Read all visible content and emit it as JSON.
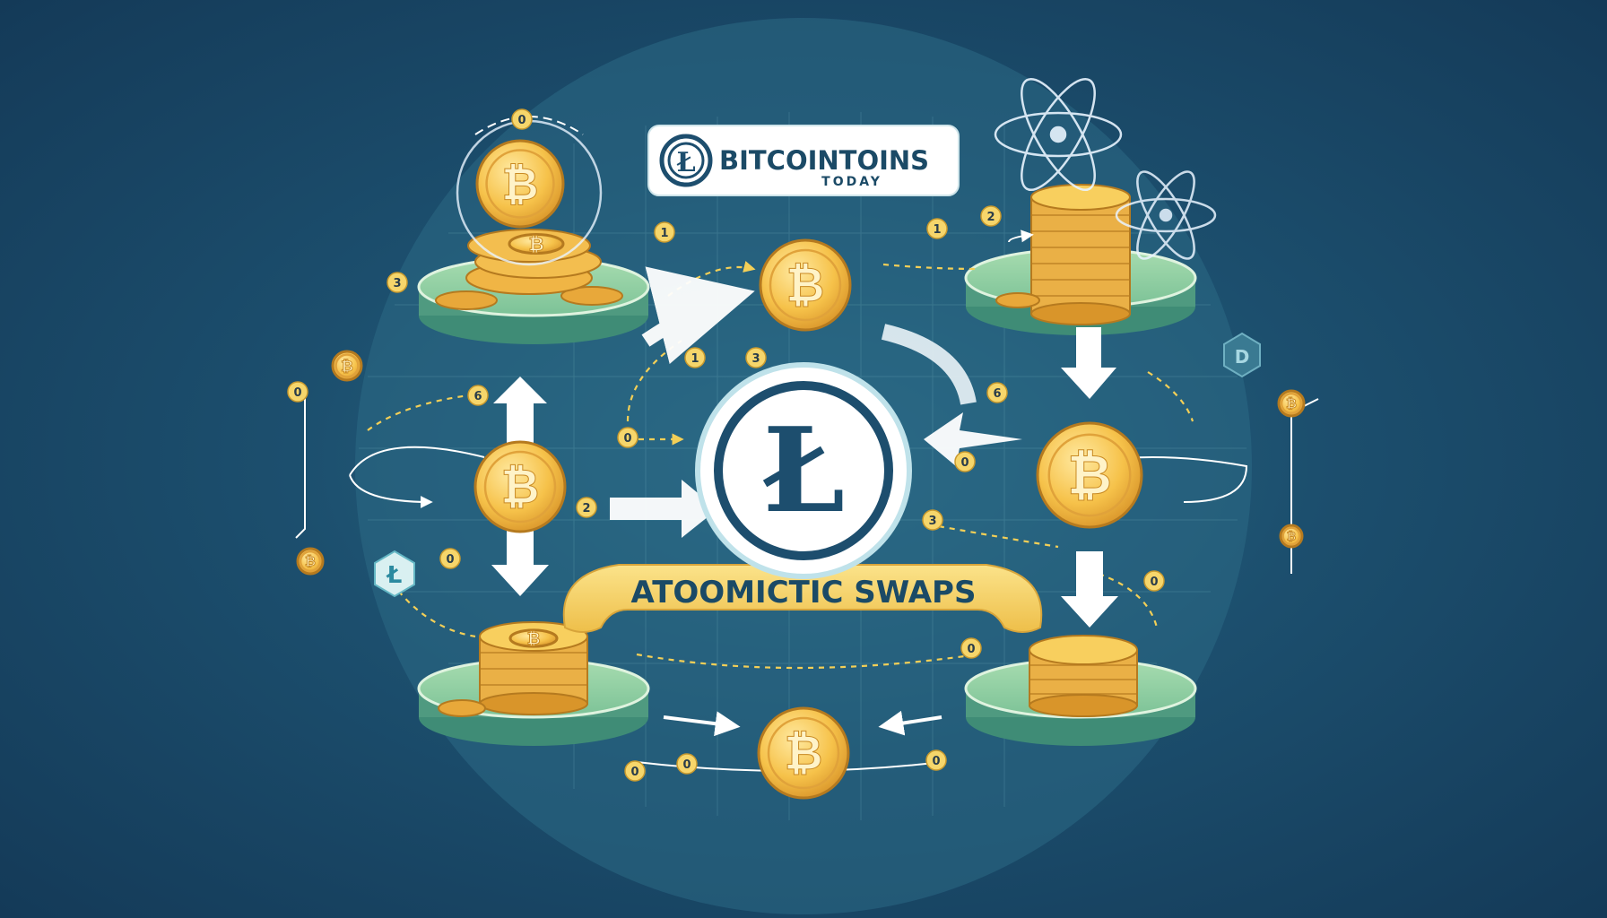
{
  "brand": {
    "name": "BITCOINTOINS",
    "subtitle": "TODAY",
    "logo_letter": "Ł"
  },
  "center": {
    "symbol": "Ł",
    "banner": "ATOOMICTIC SWAPS"
  },
  "coin_symbol": "₿",
  "badges": {
    "b1": "3",
    "b2": "1",
    "b3": "1",
    "b4": "2",
    "b5": "1",
    "b6": "3",
    "b7": "6",
    "b8": "0",
    "b9": "2",
    "b10": "6",
    "b11": "0",
    "b12": "3",
    "b13": "0",
    "b14": "0",
    "b15": "0",
    "b16": "0",
    "b17": "0",
    "b18": "0",
    "b19": "0",
    "b20": "0"
  },
  "side": {
    "left_hex": "Ł",
    "right_hex": "D",
    "left_top_coin": "₿",
    "left_bottom_coin": "₿",
    "right_top_coin": "₿",
    "right_bottom_coin": "₿"
  },
  "colors": {
    "bg_dark": "#143a58",
    "bg_mid": "#2a6a86",
    "platform": "#8fcf9f",
    "platform_dark": "#4f9a80",
    "coin": "#f6c24a",
    "coin_dark": "#d9952a",
    "banner": "#f7d46a",
    "litecoin_blue": "#1d4e6e"
  }
}
